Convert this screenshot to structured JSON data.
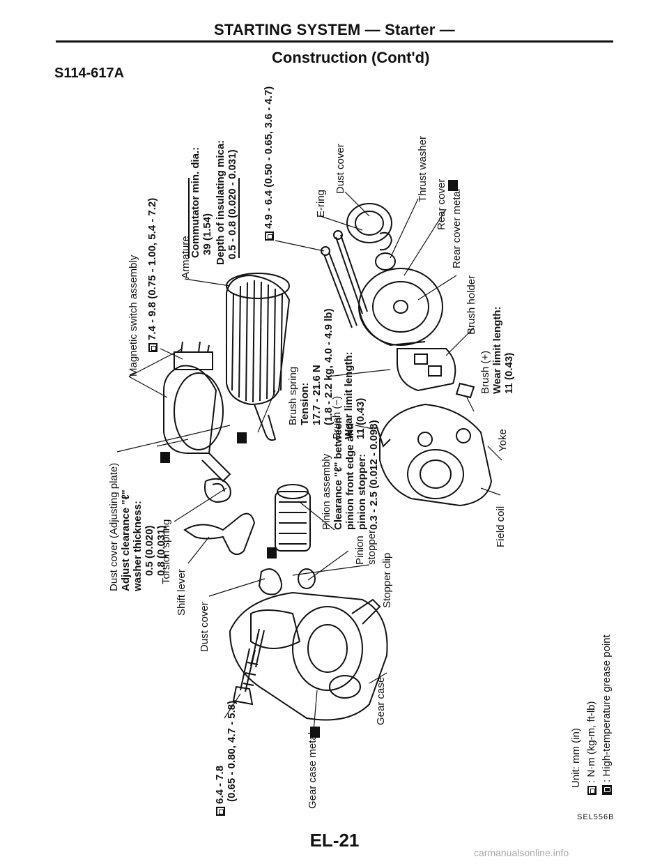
{
  "header": {
    "title": "STARTING SYSTEM — Starter —",
    "subtitle": "Construction (Cont'd)",
    "model_code": "S114-617A"
  },
  "labels": {
    "dust_cover_adjusting": [
      "Dust cover (Adjusting plate)",
      "Adjust clearance \"ℓ\"",
      "washer thickness:",
      "0.5 (0.020)",
      "0.8 (0.031)"
    ],
    "torsion_spring": "Torsion spring",
    "shift_lever": "Shift lever",
    "dust_cover_front": "Dust cover",
    "gear_case": "Gear case",
    "gear_case_metal": "Gear case metal",
    "torque_gear_bolt": [
      "6.4 - 7.8",
      "(0.65 - 0.80, 4.7 - 5.8)"
    ],
    "magnetic_switch": "Magnetic switch assembly",
    "torque_switch": "7.4 - 9.8 (0.75 - 1.00, 5.4 - 7.2)",
    "armature": "Armature",
    "commutator": [
      "Commutator min. dia.:",
      "39 (1.54)"
    ],
    "insulating_mica": [
      "Depth of insulating mica:",
      "0.5 - 0.8 (0.020 - 0.031)"
    ],
    "torque_thru_bolt": "4.9 - 6.4 (0.50 - 0.65, 3.6 - 4.7)",
    "pinion_stopper": [
      "Pinion",
      "stopper"
    ],
    "stopper_clip": "Stopper clip",
    "pinion_assembly": [
      "Pinion assembly",
      "Clearance \"ℓ\" between",
      "pinion front edge and",
      "pinion stopper:",
      "0.3 - 2.5 (0.012 - 0.098)"
    ],
    "brush_spring": [
      "Brush spring",
      "Tension:",
      "17.7 - 21.6 N",
      "(1.8 - 2.2 kg, 4.0 - 4.9 lb)"
    ],
    "brush_minus": [
      "Brush (−)",
      "Wear limit length:",
      "11 (0.43)"
    ],
    "e_ring": "E-ring",
    "dust_cover_rear": "Dust cover",
    "thrust_washer": "Thrust washer",
    "rear_cover": "Rear cover",
    "rear_cover_metal": "Rear cover metal",
    "brush_holder": "Brush holder",
    "brush_plus": [
      "Brush (+)",
      "Wear limit length:",
      "11 (0.43)"
    ],
    "yoke": "Yoke",
    "field_coil": "Field coil"
  },
  "legend": {
    "unit": "Unit: mm (in)",
    "torque": ": N·m (kg-m, ft-lb)",
    "grease": ": High-temperature grease point"
  },
  "ref_code": "SEL556B",
  "page_number": "EL-21",
  "watermark": "carmanualsonline.info"
}
